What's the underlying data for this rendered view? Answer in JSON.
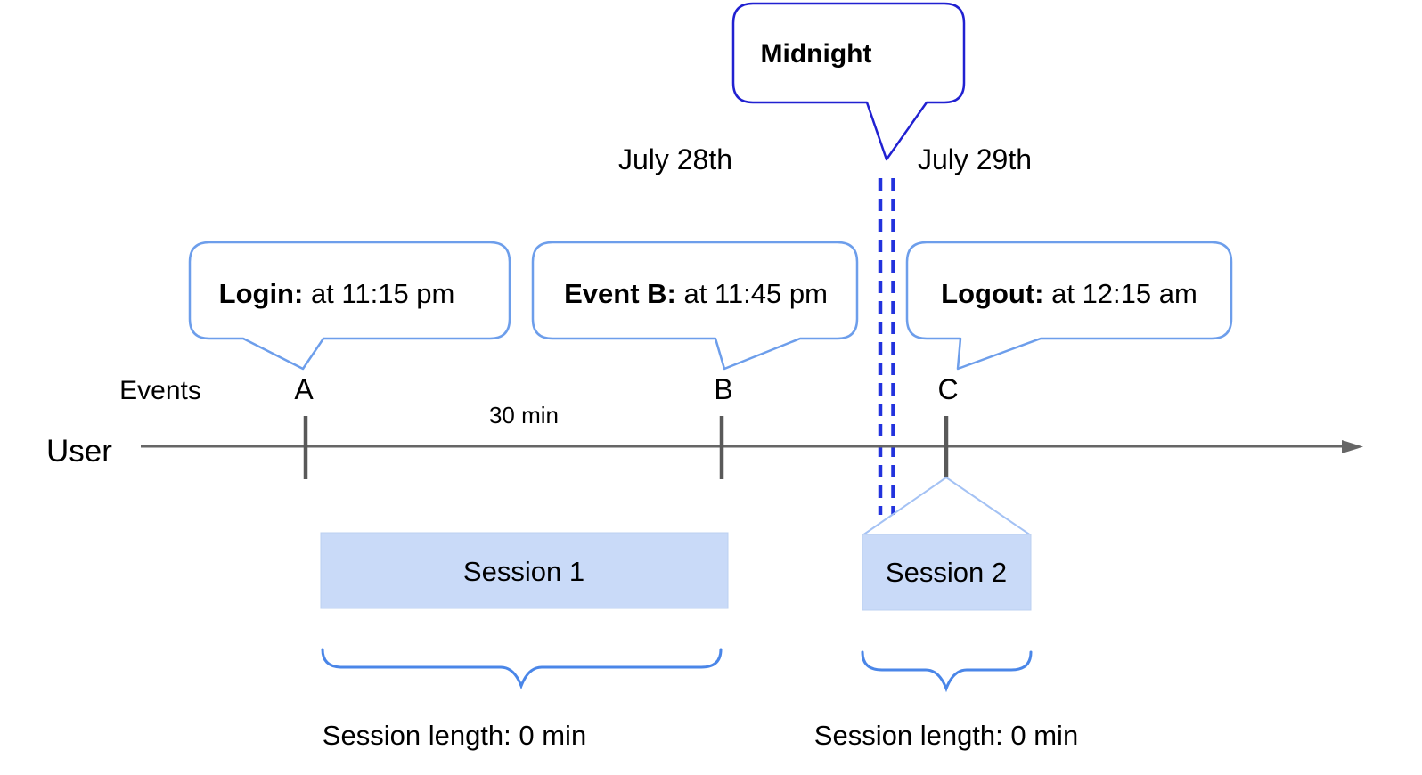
{
  "diagram": {
    "dates": {
      "before_midnight": "July 28th",
      "after_midnight": "July 29th"
    },
    "midnight_callout": {
      "label": "Midnight"
    },
    "callouts": [
      {
        "bold": "Login:",
        "rest": " at 11:15 pm"
      },
      {
        "bold": "Event B:",
        "rest": " at 11:45 pm"
      },
      {
        "bold": "Logout:",
        "rest": " at 12:15 am"
      }
    ],
    "axis": {
      "row_label": "User",
      "events_label": "Events",
      "interval_label": "30 min",
      "markers": [
        "A",
        "B",
        "C"
      ]
    },
    "sessions": [
      {
        "label": "Session 1",
        "length_label": "Session length: 0 min"
      },
      {
        "label": "Session 2",
        "length_label": "Session length: 0 min"
      }
    ]
  },
  "colors": {
    "text_black": "#000000",
    "axis_gray": "#666666",
    "tick_gray": "#595959",
    "midnight_line_blue": "#2232dd",
    "midnight_border_blue": "#2121d1",
    "callout_border_blue": "#6d9eeb",
    "session_fill_blue": "#c9daf8",
    "session_edge_blue": "#bcd0f0",
    "connector_light_blue": "#a4c2f4",
    "brace_blue": "#4a86e8"
  }
}
